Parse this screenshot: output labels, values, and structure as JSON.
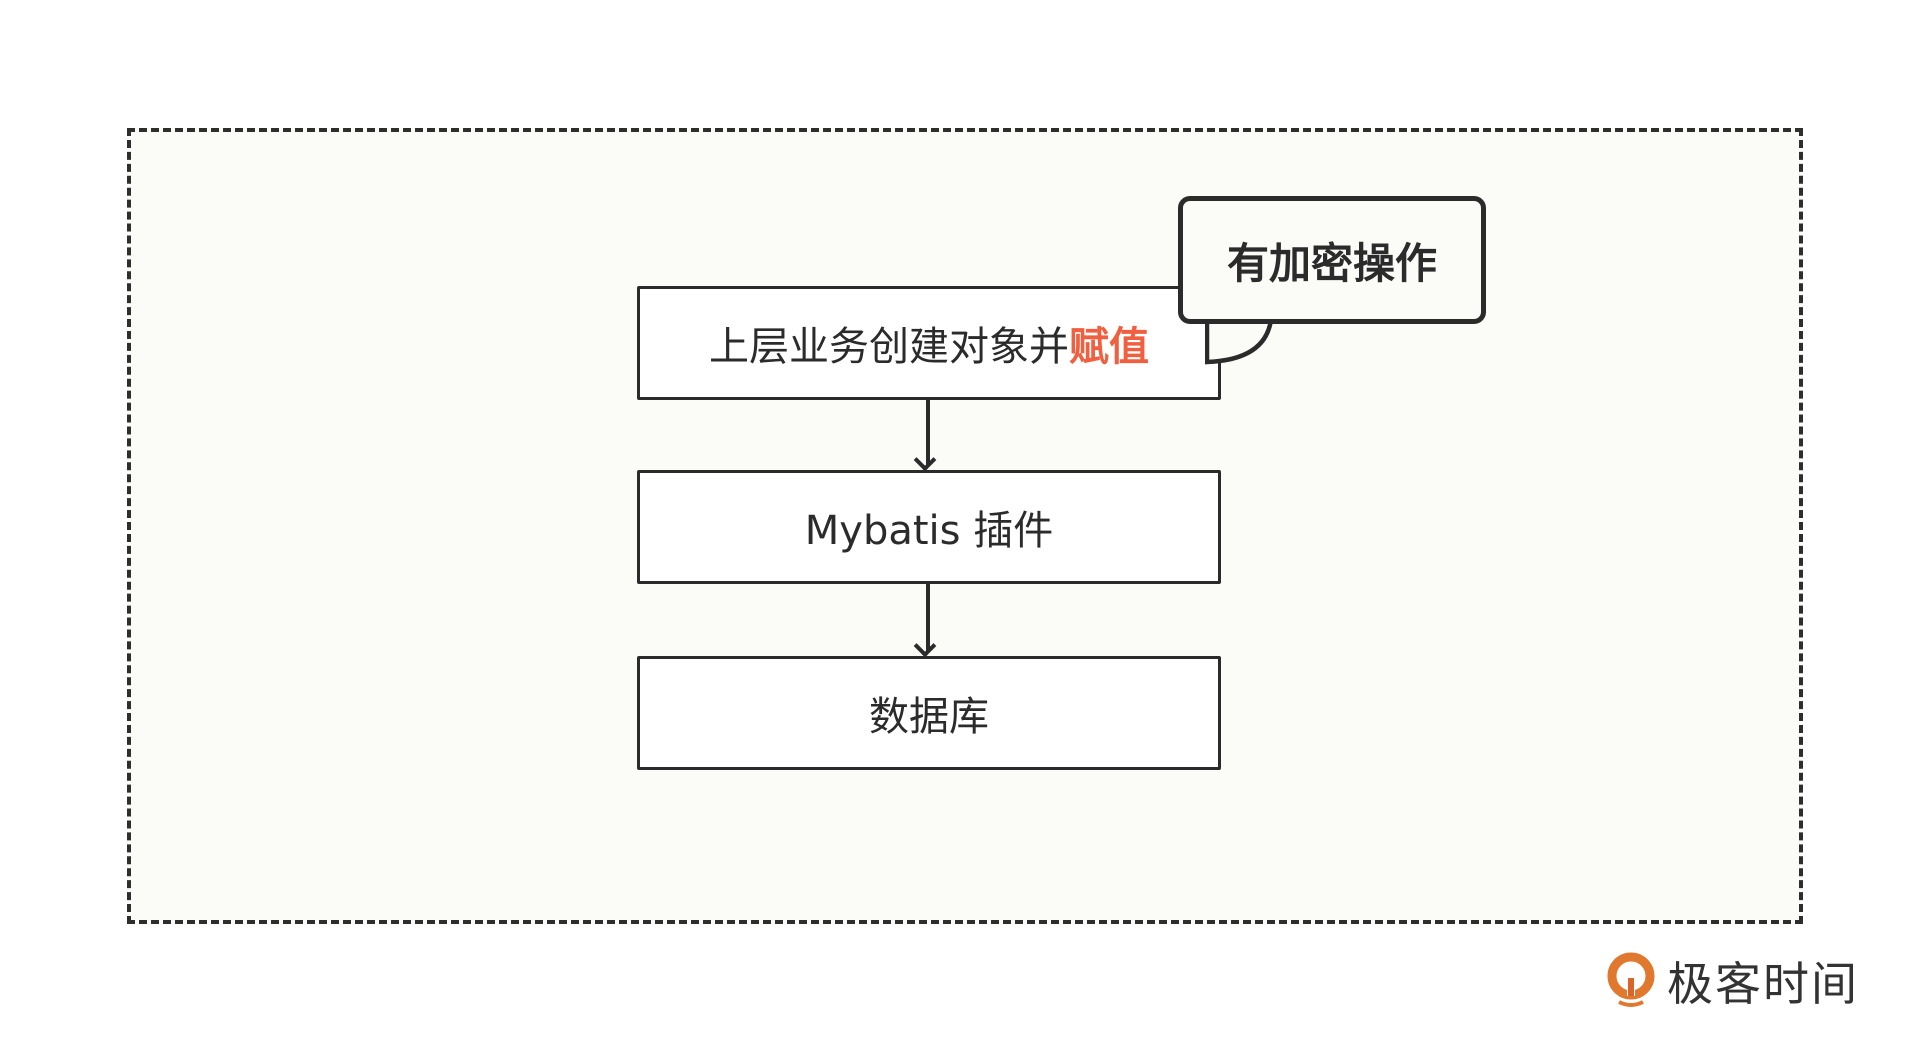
{
  "diagram": {
    "step1": {
      "prefix": "上层业务创建对象并",
      "highlight": "赋值"
    },
    "step2": "Mybatis 插件",
    "step3": "数据库",
    "callout": "有加密操作",
    "highlight_color": "#f06040"
  },
  "brand": {
    "name": "极客时间",
    "icon": "geektime-logo-icon"
  }
}
